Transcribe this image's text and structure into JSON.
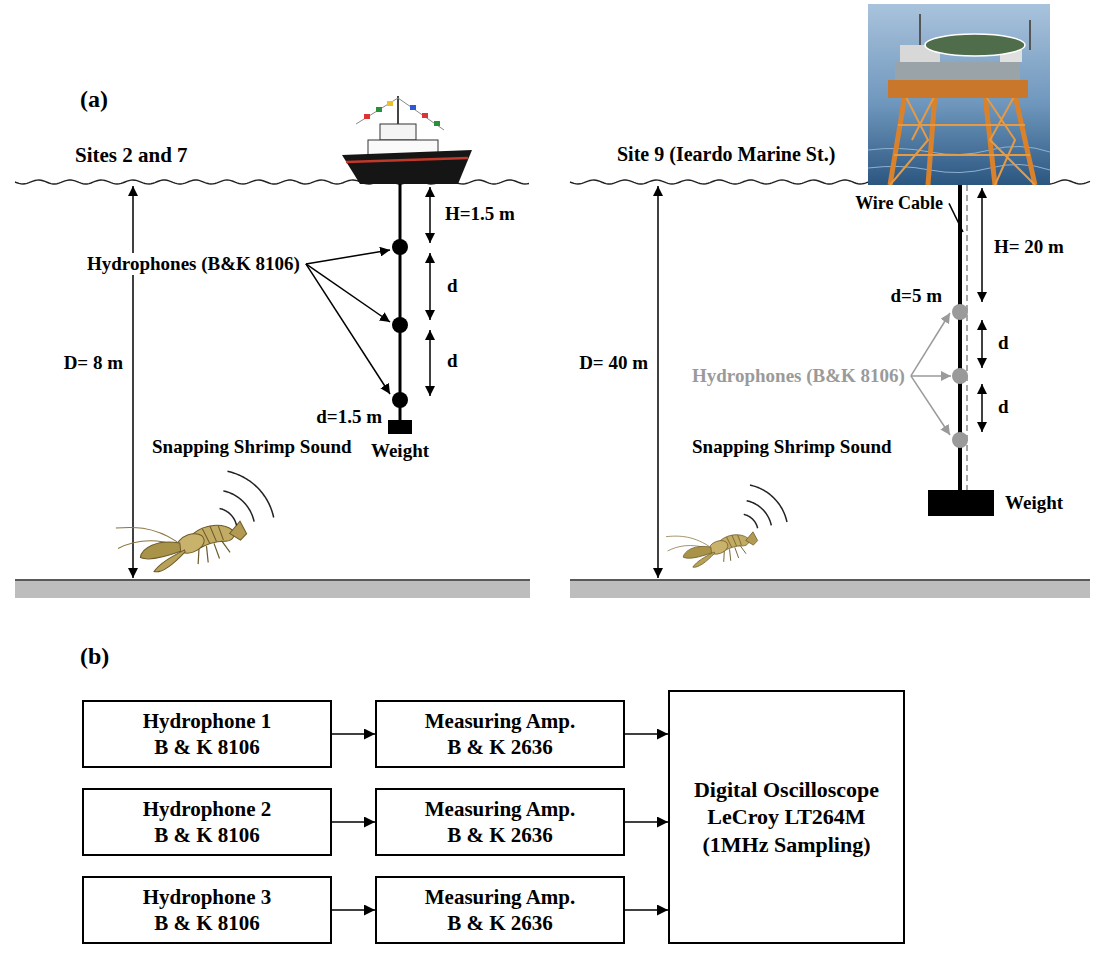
{
  "diagram": {
    "nodes": [
      {
        "text": [
          "Hydrophone 1",
          "B & K 8106"
        ]
      },
      {
        "text": [
          "Hydrophone 2",
          "B & K 8106"
        ]
      },
      {
        "text": [
          "Hydrophone 3",
          "B & K 8106"
        ]
      },
      {
        "text": [
          "Measuring Amp.",
          "B & K 2636"
        ]
      },
      {
        "text": [
          "Measuring Amp.",
          "B & K 2636"
        ]
      },
      {
        "text": [
          "Measuring Amp.",
          "B & K 2636"
        ]
      },
      {
        "text": [
          "Digital Oscilloscope",
          "LeCroy LT264M",
          "(1MHz Sampling)"
        ]
      }
    ],
    "edges": [
      {
        "from": 0,
        "to": 3,
        "arrow": "to"
      },
      {
        "from": 1,
        "to": 4,
        "arrow": "to"
      },
      {
        "from": 2,
        "to": 5,
        "arrow": "to"
      },
      {
        "from": 3,
        "to": 6,
        "arrow": "to"
      },
      {
        "from": 4,
        "to": 6,
        "arrow": "to"
      },
      {
        "from": 5,
        "to": 6,
        "arrow": "to"
      }
    ],
    "labels": [
      "(a)",
      "Sites 2 and 7",
      "H=1.5 m",
      "Hydrophones (B&K 8106)",
      "d",
      "d",
      "D= 8 m",
      "d=1.5 m",
      "Snapping Shrimp Sound",
      "Weight",
      "Site 9 (Ieardo Marine St.)",
      "Wire Cable",
      "H= 20 m",
      "d=5 m",
      "d",
      "d",
      "D= 40 m",
      "Hydrophones (B&K 8106)",
      "Snapping Shrimp Sound",
      "Weight",
      "(b)"
    ]
  }
}
